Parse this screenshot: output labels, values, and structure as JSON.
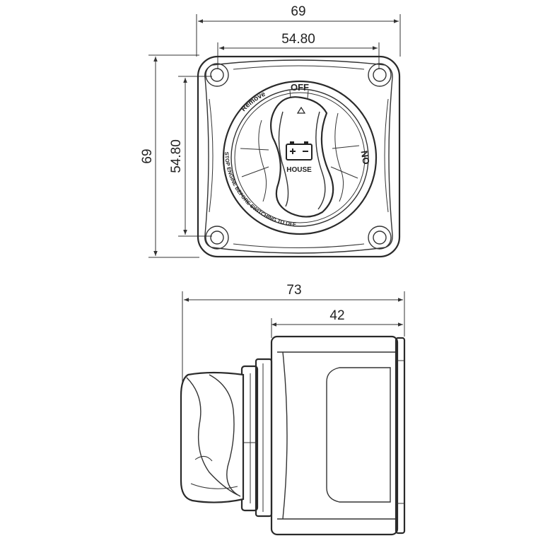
{
  "dimensions": {
    "top_width_overall": "69",
    "top_width_holes": "54.80",
    "top_height_overall": "69",
    "top_height_holes": "54.80",
    "side_depth_overall": "73",
    "side_depth_body": "42"
  },
  "switch_face": {
    "off_label": "OFF",
    "on_label": "ON",
    "remove_label": "Remove",
    "warning_text": "STOP ENGINE BEFORE SWITCHING TO OFF",
    "knob_label": "HOUSE",
    "battery_icon_name": "battery-icon"
  },
  "colors": {
    "line": "#2a2a2a",
    "background": "#ffffff"
  }
}
